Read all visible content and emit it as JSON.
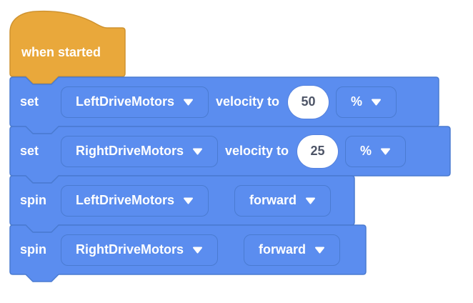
{
  "colors": {
    "hat_fill": "#e9a83b",
    "hat_border": "#cf9330",
    "block_fill": "#5b8def",
    "block_border": "#4a7bd1",
    "input_fill": "#ffffff",
    "input_text": "#4d5466",
    "label_text": "#ffffff"
  },
  "blocks": {
    "when_started": {
      "label": "when started"
    },
    "set_left": {
      "keyword": "set",
      "motor": "LeftDriveMotors",
      "mid_label": "velocity to",
      "value": "50",
      "unit": "%"
    },
    "set_right": {
      "keyword": "set",
      "motor": "RightDriveMotors",
      "mid_label": "velocity to",
      "value": "25",
      "unit": "%"
    },
    "spin_left": {
      "keyword": "spin",
      "motor": "LeftDriveMotors",
      "direction": "forward"
    },
    "spin_right": {
      "keyword": "spin",
      "motor": "RightDriveMotors",
      "direction": "forward"
    }
  }
}
